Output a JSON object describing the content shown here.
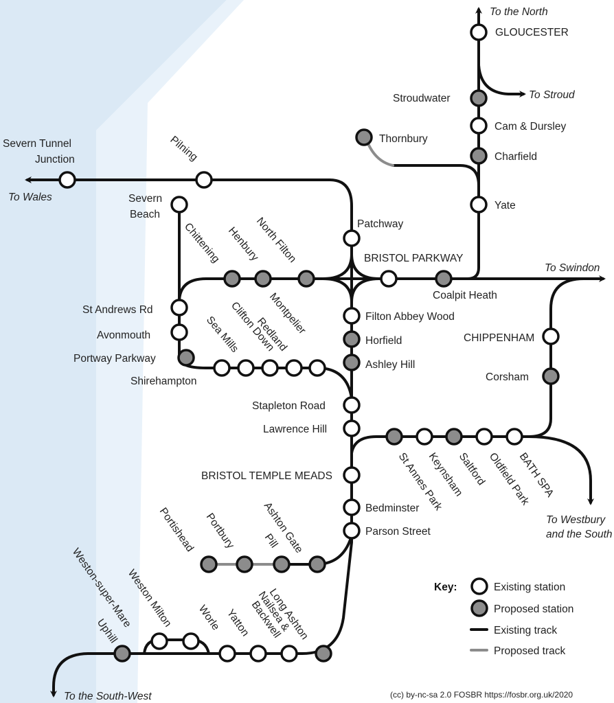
{
  "colors": {
    "water": "#dbe9f5",
    "track": "#111111",
    "proposed_track": "#8c8c8c",
    "proposed_station": "#8c8c8c",
    "existing_station": "#ffffff"
  },
  "directions": {
    "north": "To the North",
    "stroud": "To Stroud",
    "wales": "To Wales",
    "swindon": "To Swindon",
    "westbury_1": "To Westbury",
    "westbury_2": "and the South",
    "southwest": "To the South-West"
  },
  "stations": {
    "gloucester": "GLOUCESTER",
    "stroudwater": "Stroudwater",
    "cam_dursley": "Cam & Dursley",
    "charfield": "Charfield",
    "thornbury": "Thornbury",
    "yate": "Yate",
    "severn_tunnel_1": "Severn Tunnel",
    "severn_tunnel_2": "Junction",
    "pilning": "Pilning",
    "severn_beach_1": "Severn",
    "severn_beach_2": "Beach",
    "patchway": "Patchway",
    "chittening": "Chittening",
    "henbury": "Henbury",
    "north_filton": "North Filton",
    "bristol_parkway": "BRISTOL PARKWAY",
    "coalpit_heath": "Coalpit Heath",
    "st_andrews": "St Andrews Rd",
    "avonmouth": "Avonmouth",
    "portway": "Portway Parkway",
    "shirehampton": "Shirehampton",
    "sea_mills": "Sea Mills",
    "clifton_down": "Clifton Down",
    "redland": "Redland",
    "montpelier": "Montpelier",
    "filton_abbey_wood": "Filton Abbey Wood",
    "horfield": "Horfield",
    "ashley_hill": "Ashley Hill",
    "chippenham": "CHIPPENHAM",
    "corsham": "Corsham",
    "stapleton_road": "Stapleton Road",
    "lawrence_hill": "Lawrence Hill",
    "temple_meads": "BRISTOL TEMPLE MEADS",
    "st_annes": "St Annes Park",
    "keynsham": "Keynsham",
    "saltford": "Saltford",
    "oldfield_park": "Oldfield Park",
    "bath_spa": "BATH SPA",
    "bedminster": "Bedminster",
    "parson_street": "Parson Street",
    "portishead": "Portishead",
    "portbury": "Portbury",
    "pill": "Pill",
    "ashton_gate": "Ashton Gate",
    "weston_super_mare": "Weston-super-Mare",
    "weston_milton": "Weston Milton",
    "worle": "Worle",
    "yatton": "Yatton",
    "nailsea_1": "Nailsea &",
    "nailsea_2": "Backwell",
    "long_ashton": "Long Ashton",
    "uphill": "Uphill"
  },
  "key": {
    "title": "Key:",
    "existing_station": "Existing station",
    "proposed_station": "Proposed station",
    "existing_track": "Existing track",
    "proposed_track": "Proposed track"
  },
  "credit": "(cc) by-nc-sa 2.0 FOSBR https://fosbr.org.uk/2020"
}
